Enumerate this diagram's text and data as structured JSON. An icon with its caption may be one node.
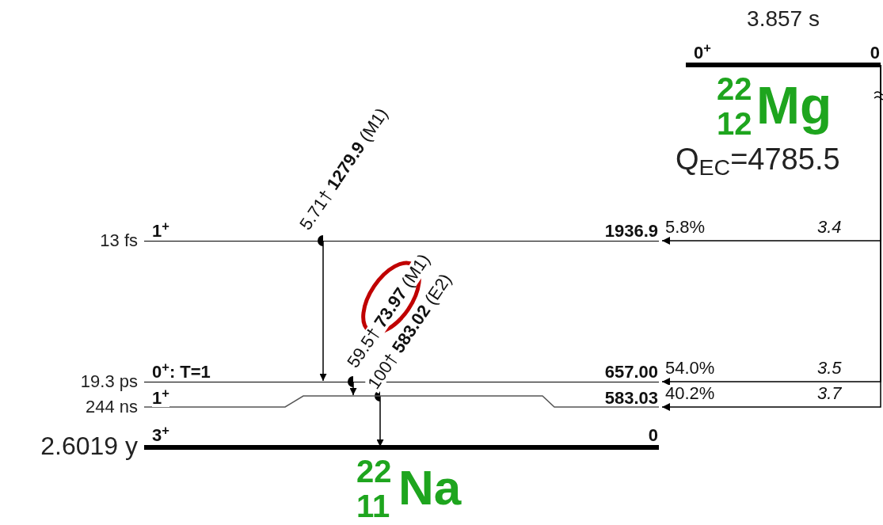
{
  "diagram": {
    "nodes": [
      {
        "text": [
          "0$^{+}$",
          "0"
        ],
        "beside": [
          "3.857 s"
        ]
      },
      {
        "text": [
          "1$^{+}$",
          "1936.9"
        ],
        "beside": [
          "13 fs"
        ]
      },
      {
        "text": [
          "0$^{+}$: T=1",
          "657.00"
        ],
        "beside": [
          "19.3 ps"
        ]
      },
      {
        "text": [
          "1$^{+}$",
          "583.03"
        ],
        "beside": [
          "244 ns"
        ]
      },
      {
        "text": [
          "3$^{+}$",
          "0"
        ],
        "beside": [
          "2.6019 y"
        ]
      }
    ],
    "edges": [
      {
        "from": 1,
        "to": 2,
        "arrow": "to",
        "label": "5.71† **1279.9** (M1)"
      },
      {
        "from": 2,
        "to": 3,
        "arrow": "to",
        "label": "59.5† **73.97** (M1)"
      },
      {
        "from": 3,
        "to": 4,
        "arrow": "to",
        "label": "100† **583.02** (E2)"
      },
      {
        "from": 0,
        "to": 1,
        "arrow": "to",
        "label": "5.8%"
      },
      {
        "from": 0,
        "to": 2,
        "arrow": "to",
        "label": "54.0%"
      },
      {
        "from": 0,
        "to": 3,
        "arrow": "to",
        "label": "40.2%"
      }
    ],
    "labels": [
      "22",
      "12",
      "Mg",
      "Q$_{EC}$=4785.5",
      "3.4",
      "3.5",
      "3.7",
      "22",
      "11",
      "Na"
    ]
  }
}
